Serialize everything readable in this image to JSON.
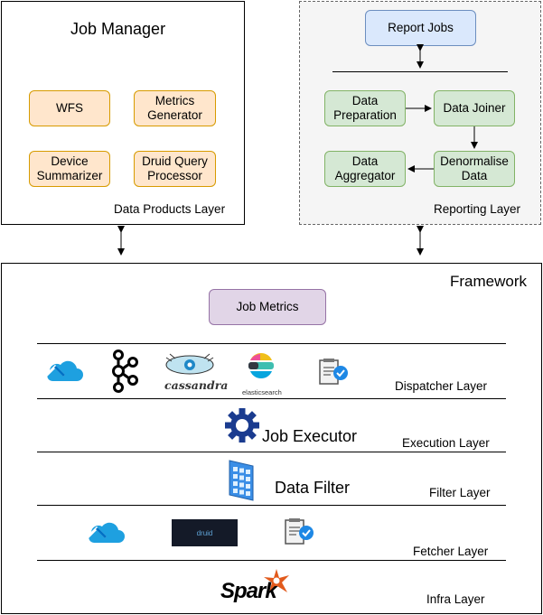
{
  "job_manager": {
    "title": "Job Manager",
    "layer_label": "Data Products Layer",
    "nodes": [
      "WFS",
      "Metrics Generator",
      "Device Summarizer",
      "Druid Query Processor"
    ]
  },
  "reporting": {
    "layer_label": "Reporting Layer",
    "report_jobs": "Report Jobs",
    "data_preparation": "Data Preparation",
    "data_joiner": "Data Joiner",
    "denormalise_data": "Denormalise Data",
    "data_aggregator": "Data Aggregator"
  },
  "framework": {
    "title": "Framework",
    "job_metrics": "Job Metrics",
    "dispatcher_layer": "Dispatcher Layer",
    "execution_layer": "Execution Layer",
    "job_executor": "Job Executor",
    "filter_layer": "Filter Layer",
    "data_filter": "Data Filter",
    "fetcher_layer": "Fetcher Layer",
    "infra_layer": "Infra Layer",
    "cassandra_logo_text": "cassandra",
    "elasticsearch_logo_text": "elasticsearch",
    "druid_logo_text": "druid",
    "spark_logo_text": "Spark"
  },
  "colors": {
    "orange_fill": "#ffe6cc",
    "orange_stroke": "#d79b00",
    "green_fill": "#d5e8d4",
    "green_stroke": "#82b366",
    "blue_fill": "#dae8fc",
    "blue_stroke": "#6c8ebf",
    "purple_fill": "#e1d5e7",
    "purple_stroke": "#9673a6",
    "azure_blue": "#0089d6",
    "gear_blue": "#1a3b8f",
    "spark_orange": "#e25a1c"
  },
  "icons": [
    "azure-cloud-icon",
    "kafka-icon",
    "cassandra-icon",
    "elasticsearch-icon",
    "report-document-icon",
    "gear-icon",
    "data-filter-grid-icon",
    "druid-icon",
    "spark-icon"
  ]
}
